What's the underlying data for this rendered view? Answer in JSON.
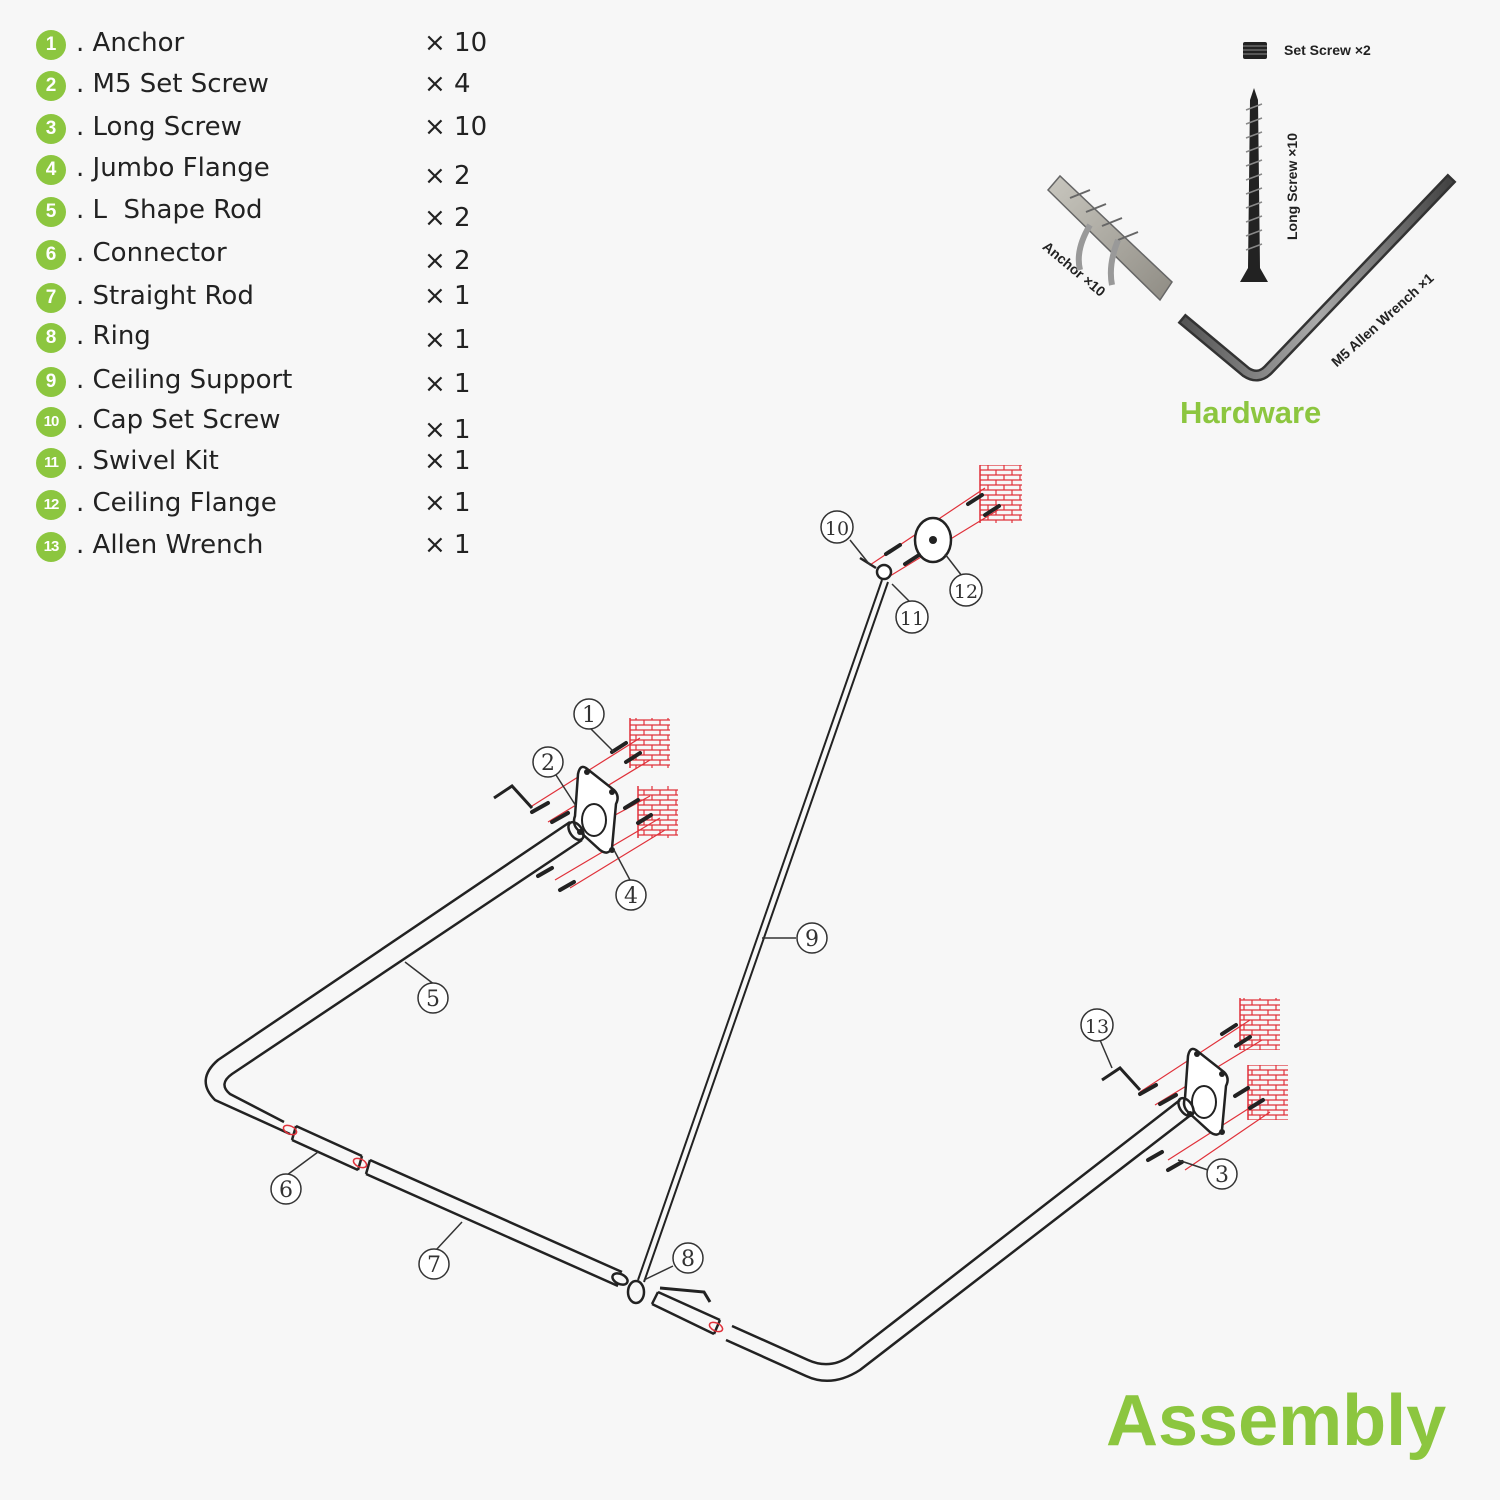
{
  "parts": [
    {
      "num": "1",
      "name": ". Anchor",
      "qty": "× 10"
    },
    {
      "num": "2",
      "name": ". M5 Set Screw",
      "qty": "× 4"
    },
    {
      "num": "3",
      "name": ". Long Screw",
      "qty": "× 10"
    },
    {
      "num": "4",
      "name": ". Jumbo Flange",
      "qty": "× 2"
    },
    {
      "num": "5",
      "name": ". L  Shape Rod",
      "qty": "× 2"
    },
    {
      "num": "6",
      "name": ". Connector",
      "qty": "× 2"
    },
    {
      "num": "7",
      "name": ". Straight Rod",
      "qty": "× 1"
    },
    {
      "num": "8",
      "name": ". Ring",
      "qty": "× 1"
    },
    {
      "num": "9",
      "name": ". Ceiling Support",
      "qty": "× 1"
    },
    {
      "num": "10",
      "name": ". Cap Set Screw",
      "qty": "× 1"
    },
    {
      "num": "11",
      "name": ". Swivel Kit",
      "qty": "× 1"
    },
    {
      "num": "12",
      "name": ". Ceiling Flange",
      "qty": "× 1"
    },
    {
      "num": "13",
      "name": ". Allen Wrench",
      "qty": "× 1"
    }
  ],
  "hardware": {
    "title": "Hardware",
    "set_screw_label": "Set Screw ×2",
    "long_screw_label": "Long Screw ×10",
    "anchor_label": "Anchor ×10",
    "allen_wrench_label": "M5 Allen Wrench ×1"
  },
  "assembly": {
    "title": "Assembly",
    "callouts": [
      "1",
      "2",
      "3",
      "4",
      "5",
      "6",
      "7",
      "8",
      "9",
      "10",
      "11",
      "12",
      "13"
    ]
  },
  "colors": {
    "accent": "#8cc63f",
    "wall": "#e0313a",
    "line": "#222222"
  }
}
